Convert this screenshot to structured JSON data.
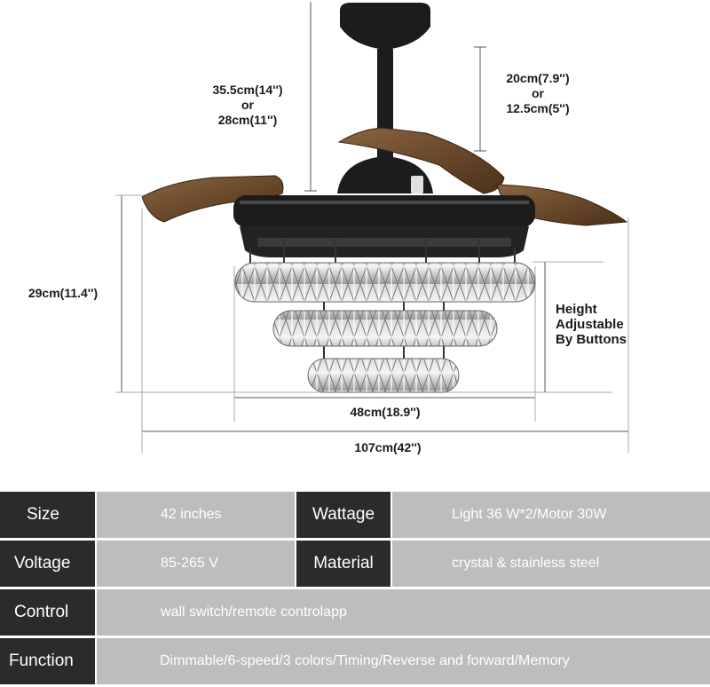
{
  "dimensions": {
    "rod_length": [
      "35.5cm(14'')",
      "or",
      "28cm(11'')"
    ],
    "drop_height": [
      "20cm(7.9'')",
      "or",
      "12.5cm(5'')"
    ],
    "body_height": "29cm(11.4'')",
    "height_note": [
      "Height",
      "Adjustable",
      "By Buttons"
    ],
    "light_diameter": "48cm(18.9'')",
    "total_span": "107cm(42'')"
  },
  "specs": {
    "size": {
      "label": "Size",
      "value": "42 inches"
    },
    "wattage": {
      "label": "Wattage",
      "value": "Light 36 W*2/Motor 30W"
    },
    "voltage": {
      "label": "Voltage",
      "value": "85-265 V"
    },
    "material": {
      "label": "Material",
      "value": "crystal & stainless steel"
    },
    "control": {
      "label": "Control",
      "value": "wall switch/remote controlapp"
    },
    "function": {
      "label": "Function",
      "value": "Dimmable/6-speed/3 colors/Timing/Reverse and forward/Memory"
    }
  },
  "colors": {
    "label_bg": "#2b2b2b",
    "value_bg": "#bdbdbd",
    "fixture_black": "#1c1c1c",
    "blade_brown": "#6b4a2c"
  }
}
